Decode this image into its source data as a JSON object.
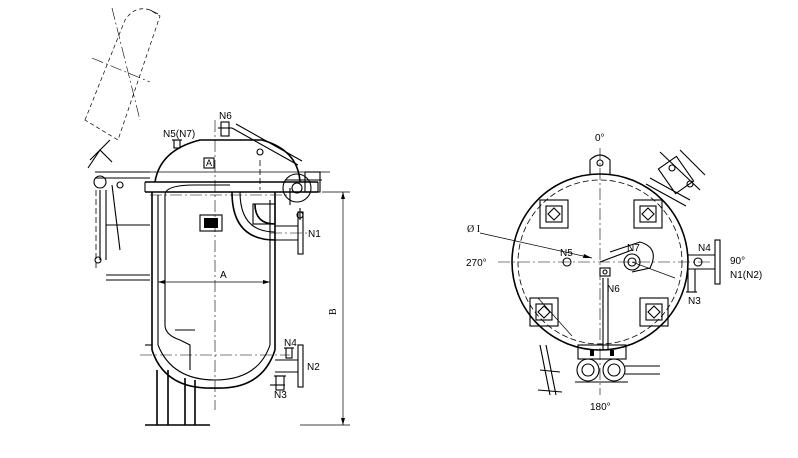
{
  "side_view": {
    "labels": {
      "n5n7": "N5(N7)",
      "n6": "N6",
      "n1": "N1",
      "n2": "N2",
      "n3": "N3",
      "n4": "N4",
      "dim_a": "A",
      "dim_b": "B",
      "tag_a": "A"
    }
  },
  "plan_view": {
    "labels": {
      "deg0": "0°",
      "deg90": "90°",
      "deg180": "180°",
      "deg270": "270°",
      "phi": "Ø I",
      "n5": "N5",
      "n7": "N7",
      "n6": "N6",
      "n4": "N4",
      "n1n2": "N1(N2)",
      "n3": "N3"
    }
  }
}
